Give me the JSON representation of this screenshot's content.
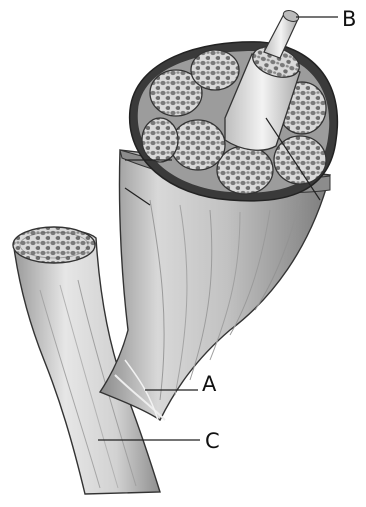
{
  "labels": {
    "a": "A",
    "b": "B",
    "c": "C"
  },
  "colors": {
    "tissue_light": "#e8e8e8",
    "tissue_mid": "#b9b9b9",
    "tissue_dark": "#6f6f6f",
    "outline": "#222222"
  }
}
